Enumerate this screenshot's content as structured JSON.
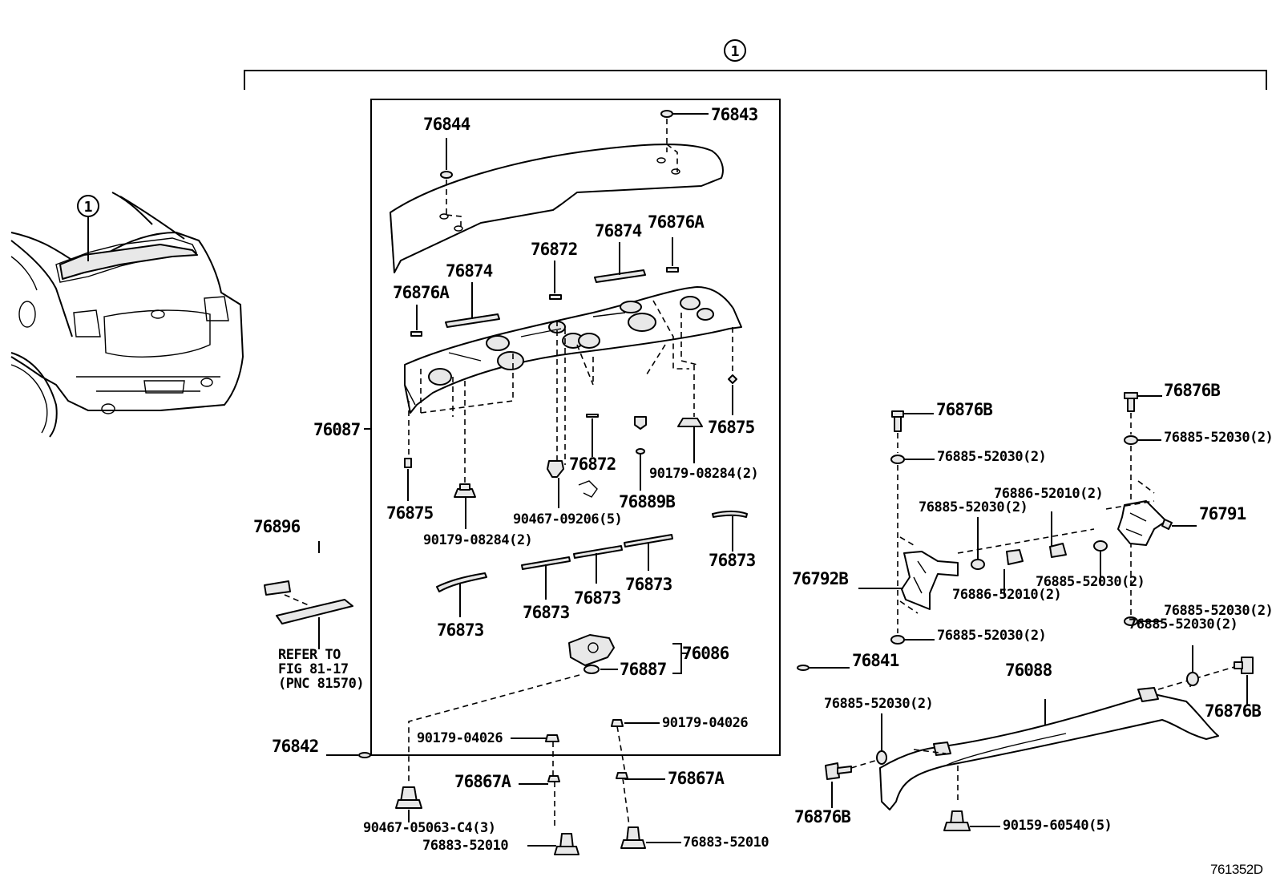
{
  "diagram": {
    "assembly_ref": "1",
    "vehicle_callout": "1",
    "drawing_number": "761352D",
    "reference_note": {
      "line1": "REFER TO",
      "line2": "FIG 81-17",
      "line3": "(PNC 81570)"
    },
    "labels": {
      "p76844": "76844",
      "p76843": "76843",
      "p76874_r": "76874",
      "p76876A_r": "76876A",
      "p76872_t": "76872",
      "p76874_l": "76874",
      "p76876A_l": "76876A",
      "p76087": "76087",
      "p76875_r": "76875",
      "p76872_b": "76872",
      "p90179_08284_r": "90179-08284(2)",
      "p76889B": "76889B",
      "p76875_l": "76875",
      "p90467_09206": "90467-09206(5)",
      "p90179_08284_l": "90179-08284(2)",
      "p76896": "76896",
      "p76873_1": "76873",
      "p76873_2": "76873",
      "p76873_3": "76873",
      "p76873_4": "76873",
      "p76873_5": "76873",
      "p76086": "76086",
      "p76887": "76887",
      "p76841": "76841",
      "p76842": "76842",
      "p90179_04026_l": "90179-04026",
      "p90179_04026_r": "90179-04026",
      "p76867A_l": "76867A",
      "p76867A_r": "76867A",
      "p90467_05063": "90467-05063-C4(3)",
      "p76883_l": "76883-52010",
      "p76883_r": "76883-52010",
      "p76876B_1": "76876B",
      "p76876B_2": "76876B",
      "p76876B_3": "76876B",
      "p76876B_4": "76876B",
      "p76885_a": "76885-52030(2)",
      "p76885_b": "76885-52030(2)",
      "p76885_c": "76885-52030(2)",
      "p76885_d": "76885-52030(2)",
      "p76885_e": "76885-52030(2)",
      "p76885_f": "76885-52030(2)",
      "p76885_g": "76885-52030(2)",
      "p76885_h": "76885-52030(2)",
      "p76886_a": "76886-52010(2)",
      "p76886_b": "76886-52010(2)",
      "p76791": "76791",
      "p76792B": "76792B",
      "p76088": "76088",
      "p90159": "90159-60540(5)"
    }
  }
}
